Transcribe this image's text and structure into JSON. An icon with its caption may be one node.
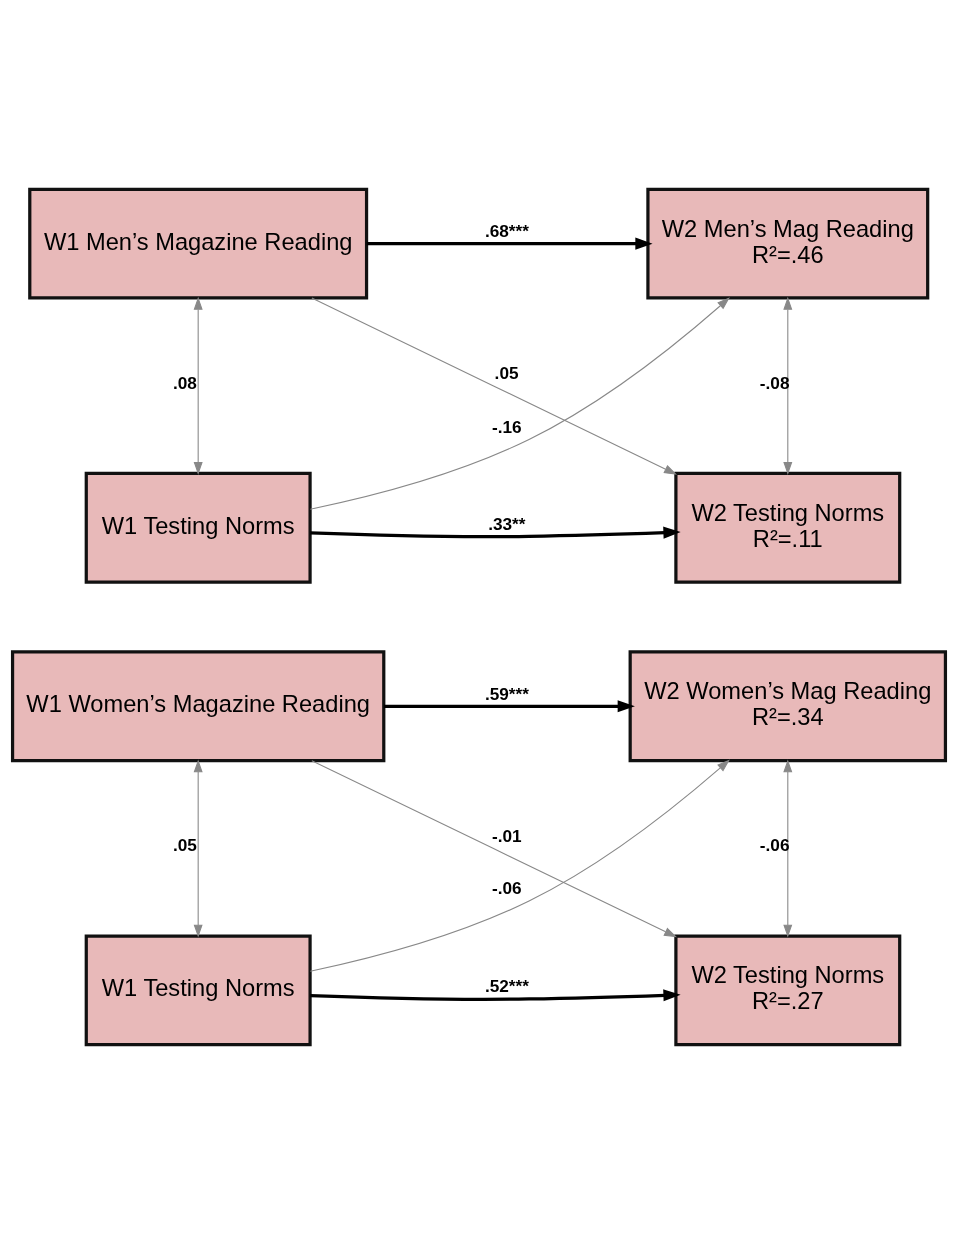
{
  "diagram": {
    "nodes": [
      {
        "text": [
          "W1 Women’s Magazine Reading"
        ]
      },
      {
        "text": [
          "W2 Women’s Mag Reading",
          "R²=.34"
        ]
      },
      {
        "text": [
          "W1 Testing Norms"
        ]
      },
      {
        "text": [
          "W2 Testing Norms",
          "R²=.27"
        ]
      },
      {
        "text": [
          "W1 Men’s Magazine Reading"
        ]
      },
      {
        "text": [
          "W2 Men’s Mag Reading",
          "R²=.46"
        ]
      },
      {
        "text": [
          "W1 Testing Norms"
        ]
      },
      {
        "text": [
          "W2 Testing Norms",
          "R²=.11"
        ]
      }
    ],
    "edges": [
      {
        "from": 0,
        "to": 1,
        "arrow": "to",
        "label": ".59***",
        "style": "thick",
        "color": "#000000"
      },
      {
        "from": 0,
        "to": 3,
        "arrow": "to",
        "label": "-.01"
      },
      {
        "from": 0,
        "to": 2,
        "arrow": "both",
        "label": ".05"
      },
      {
        "from": 2,
        "to": 1,
        "arrow": "to",
        "label": "-.06"
      },
      {
        "from": 1,
        "to": 3,
        "arrow": "both",
        "label": "-.06"
      },
      {
        "from": 2,
        "to": 3,
        "arrow": "to",
        "label": ".52***",
        "style": "thick",
        "color": "#000000"
      },
      {
        "from": 4,
        "to": 5,
        "arrow": "to",
        "label": ".68***",
        "style": "thick",
        "color": "#000000"
      },
      {
        "from": 4,
        "to": 7,
        "arrow": "to",
        "label": ".05"
      },
      {
        "from": 4,
        "to": 6,
        "arrow": "both",
        "label": ".08"
      },
      {
        "from": 6,
        "to": 5,
        "arrow": "to",
        "label": "-.16"
      },
      {
        "from": 5,
        "to": 7,
        "arrow": "both",
        "label": "-.08"
      },
      {
        "from": 6,
        "to": 7,
        "arrow": "to",
        "label": ".33**",
        "style": "thick",
        "color": "#000000"
      }
    ]
  }
}
